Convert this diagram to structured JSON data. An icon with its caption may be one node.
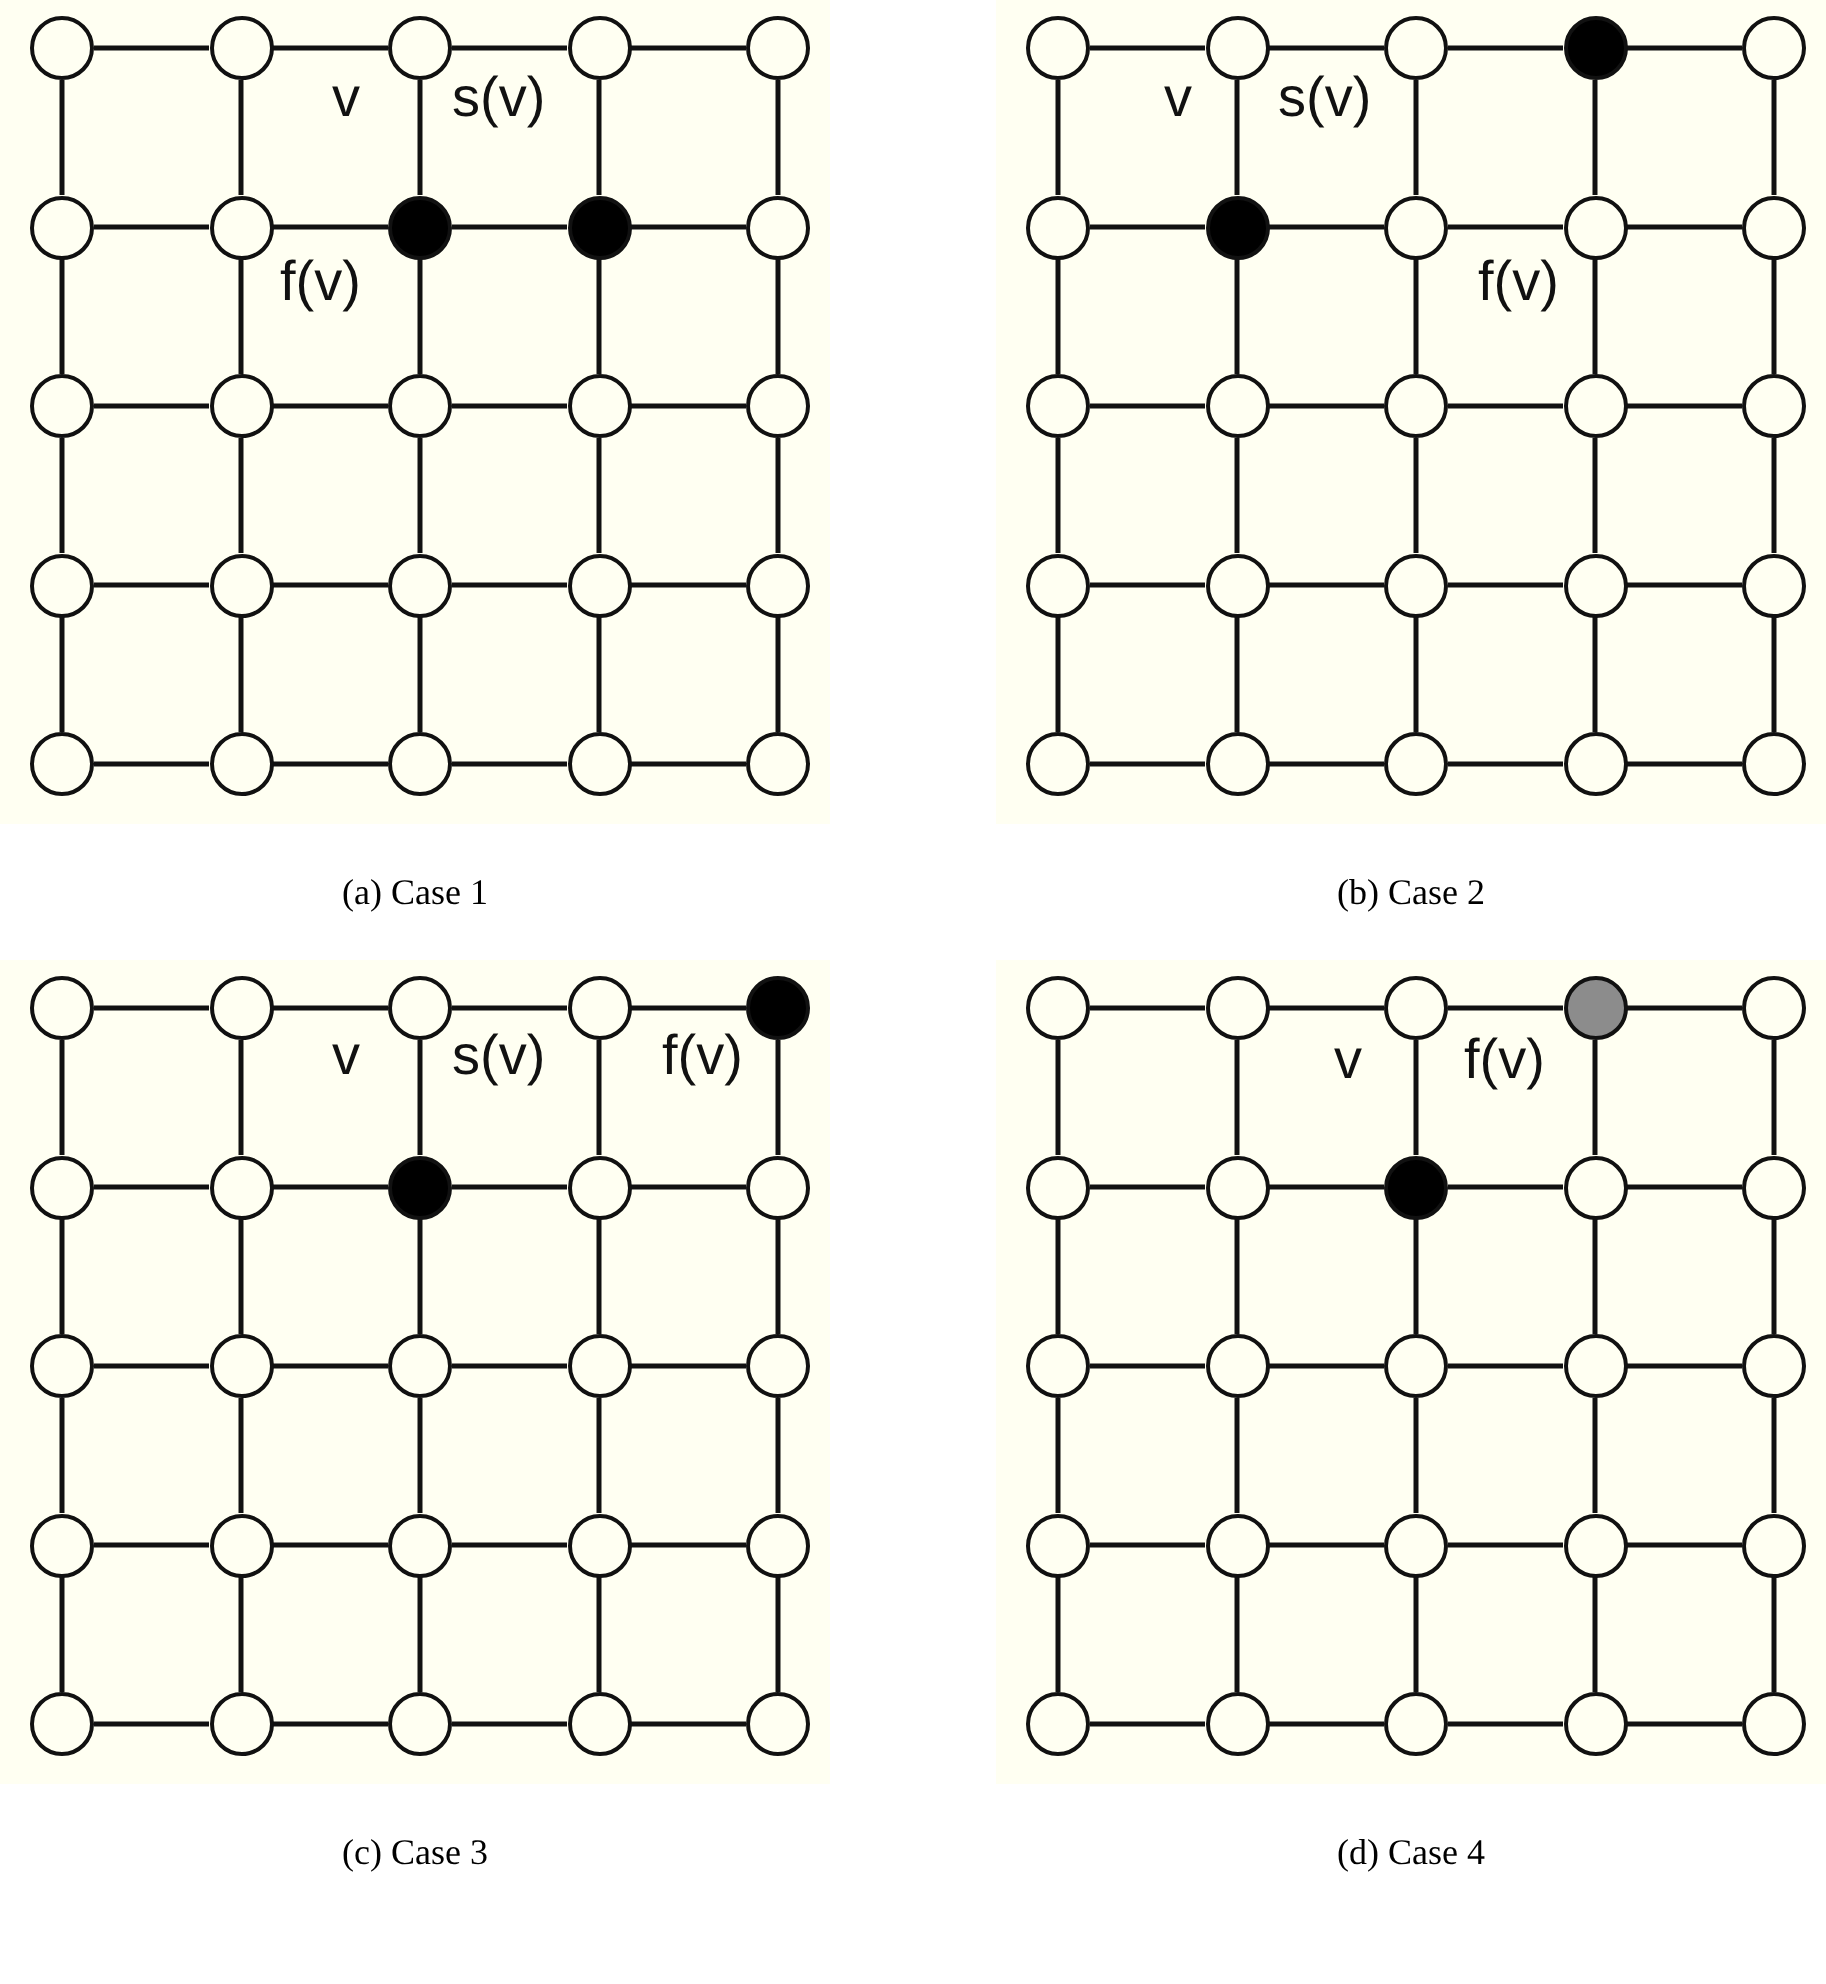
{
  "diagram": {
    "nodes": [
      {
        "text": [
          "(a) Case 1"
        ]
      },
      {
        "text": [],
        "shape": "circle",
        "in": 0
      },
      {
        "text": [],
        "shape": "circle",
        "in": 0
      },
      {
        "text": [],
        "shape": "circle",
        "in": 0
      },
      {
        "text": [],
        "shape": "circle",
        "in": 0
      },
      {
        "text": [],
        "shape": "circle",
        "in": 0
      },
      {
        "text": [],
        "shape": "circle",
        "in": 0
      },
      {
        "text": [],
        "shape": "circle",
        "in": 0
      },
      {
        "text": [],
        "shape": "circle",
        "in": 0
      },
      {
        "text": [],
        "shape": "circle",
        "in": 0
      },
      {
        "text": [],
        "shape": "circle",
        "in": 0
      },
      {
        "text": [],
        "shape": "circle",
        "in": 0
      },
      {
        "text": [],
        "shape": "circle",
        "in": 0
      },
      {
        "text": [],
        "shape": "circle",
        "in": 0
      },
      {
        "text": [],
        "shape": "circle",
        "in": 0
      },
      {
        "text": [],
        "shape": "circle",
        "in": 0
      },
      {
        "text": [],
        "shape": "circle",
        "in": 0
      },
      {
        "text": [],
        "shape": "circle",
        "in": 0
      },
      {
        "text": [],
        "shape": "circle",
        "in": 0
      },
      {
        "text": [],
        "shape": "circle",
        "in": 0
      },
      {
        "text": [],
        "shape": "circle",
        "in": 0
      },
      {
        "text": [],
        "shape": "circle",
        "in": 0
      },
      {
        "text": [],
        "shape": "circle",
        "in": 0
      },
      {
        "text": [],
        "shape": "circle",
        "in": 0
      },
      {
        "text": [],
        "shape": "circle",
        "in": 0
      },
      {
        "text": [],
        "shape": "circle",
        "in": 0
      },
      {
        "text": [
          "(b) Case 2"
        ]
      },
      {
        "text": [],
        "shape": "circle",
        "in": 26
      },
      {
        "text": [],
        "shape": "circle",
        "in": 26
      },
      {
        "text": [],
        "shape": "circle",
        "in": 26
      },
      {
        "text": [],
        "shape": "circle",
        "in": 26
      },
      {
        "text": [],
        "shape": "circle",
        "in": 26
      },
      {
        "text": [],
        "shape": "circle",
        "in": 26
      },
      {
        "text": [],
        "shape": "circle",
        "in": 26
      },
      {
        "text": [],
        "shape": "circle",
        "in": 26
      },
      {
        "text": [],
        "shape": "circle",
        "in": 26
      },
      {
        "text": [],
        "shape": "circle",
        "in": 26
      },
      {
        "text": [],
        "shape": "circle",
        "in": 26
      },
      {
        "text": [],
        "shape": "circle",
        "in": 26
      },
      {
        "text": [],
        "shape": "circle",
        "in": 26
      },
      {
        "text": [],
        "shape": "circle",
        "in": 26
      },
      {
        "text": [],
        "shape": "circle",
        "in": 26
      },
      {
        "text": [],
        "shape": "circle",
        "in": 26
      },
      {
        "text": [],
        "shape": "circle",
        "in": 26
      },
      {
        "text": [],
        "shape": "circle",
        "in": 26
      },
      {
        "text": [],
        "shape": "circle",
        "in": 26
      },
      {
        "text": [],
        "shape": "circle",
        "in": 26
      },
      {
        "text": [],
        "shape": "circle",
        "in": 26
      },
      {
        "text": [],
        "shape": "circle",
        "in": 26
      },
      {
        "text": [],
        "shape": "circle",
        "in": 26
      },
      {
        "text": [],
        "shape": "circle",
        "in": 26
      },
      {
        "text": [],
        "shape": "circle",
        "in": 26
      },
      {
        "text": [
          "(c) Case 3"
        ]
      },
      {
        "text": [],
        "shape": "circle",
        "in": 52
      },
      {
        "text": [],
        "shape": "circle",
        "in": 52
      },
      {
        "text": [],
        "shape": "circle",
        "in": 52
      },
      {
        "text": [],
        "shape": "circle",
        "in": 52
      },
      {
        "text": [],
        "shape": "circle",
        "in": 52
      },
      {
        "text": [],
        "shape": "circle",
        "in": 52
      },
      {
        "text": [],
        "shape": "circle",
        "in": 52
      },
      {
        "text": [],
        "shape": "circle",
        "in": 52
      },
      {
        "text": [],
        "shape": "circle",
        "in": 52
      },
      {
        "text": [],
        "shape": "circle",
        "in": 52
      },
      {
        "text": [],
        "shape": "circle",
        "in": 52
      },
      {
        "text": [],
        "shape": "circle",
        "in": 52
      },
      {
        "text": [],
        "shape": "circle",
        "in": 52
      },
      {
        "text": [],
        "shape": "circle",
        "in": 52
      },
      {
        "text": [],
        "shape": "circle",
        "in": 52
      },
      {
        "text": [],
        "shape": "circle",
        "in": 52
      },
      {
        "text": [],
        "shape": "circle",
        "in": 52
      },
      {
        "text": [],
        "shape": "circle",
        "in": 52
      },
      {
        "text": [],
        "shape": "circle",
        "in": 52
      },
      {
        "text": [],
        "shape": "circle",
        "in": 52
      },
      {
        "text": [],
        "shape": "circle",
        "in": 52
      },
      {
        "text": [],
        "shape": "circle",
        "in": 52
      },
      {
        "text": [],
        "shape": "circle",
        "in": 52
      },
      {
        "text": [],
        "shape": "circle",
        "in": 52
      },
      {
        "text": [],
        "shape": "circle",
        "in": 52
      },
      {
        "text": [
          "(d) Case 4"
        ]
      },
      {
        "text": [],
        "shape": "circle",
        "in": 78
      },
      {
        "text": [],
        "shape": "circle",
        "in": 78
      },
      {
        "text": [],
        "shape": "circle",
        "in": 78
      },
      {
        "text": [],
        "shape": "circle",
        "in": 78
      },
      {
        "text": [],
        "shape": "circle",
        "in": 78
      },
      {
        "text": [],
        "shape": "circle",
        "in": 78
      },
      {
        "text": [],
        "shape": "circle",
        "in": 78
      },
      {
        "text": [],
        "shape": "circle",
        "in": 78
      },
      {
        "text": [],
        "shape": "circle",
        "in": 78
      },
      {
        "text": [],
        "shape": "circle",
        "in": 78
      },
      {
        "text": [],
        "shape": "circle",
        "in": 78
      },
      {
        "text": [],
        "shape": "circle",
        "in": 78
      },
      {
        "text": [],
        "shape": "circle",
        "in": 78
      },
      {
        "text": [],
        "shape": "circle",
        "in": 78
      },
      {
        "text": [],
        "shape": "circle",
        "in": 78
      },
      {
        "text": [],
        "shape": "circle",
        "in": 78
      },
      {
        "text": [],
        "shape": "circle",
        "in": 78
      },
      {
        "text": [],
        "shape": "circle",
        "in": 78
      },
      {
        "text": [],
        "shape": "circle",
        "in": 78
      },
      {
        "text": [],
        "shape": "circle",
        "in": 78
      },
      {
        "text": [],
        "shape": "circle",
        "in": 78
      },
      {
        "text": [],
        "shape": "circle",
        "in": 78
      },
      {
        "text": [],
        "shape": "circle",
        "in": 78
      },
      {
        "text": [],
        "shape": "circle",
        "in": 78
      },
      {
        "text": [],
        "shape": "circle",
        "in": 78
      }
    ],
    "edges": [
      {
        "from": 1,
        "to": 2,
        "arrow": "none"
      },
      {
        "from": 2,
        "to": 3,
        "arrow": "none"
      },
      {
        "from": 3,
        "to": 4,
        "arrow": "none"
      },
      {
        "from": 4,
        "to": 5,
        "arrow": "none"
      },
      {
        "from": 1,
        "to": 6,
        "arrow": "none"
      },
      {
        "from": 2,
        "to": 7,
        "arrow": "none"
      },
      {
        "from": 3,
        "to": 8,
        "arrow": "none"
      },
      {
        "from": 4,
        "to": 9,
        "arrow": "none"
      },
      {
        "from": 5,
        "to": 10,
        "arrow": "none"
      },
      {
        "from": 6,
        "to": 7,
        "arrow": "none"
      },
      {
        "from": 7,
        "to": 8,
        "arrow": "none"
      },
      {
        "from": 8,
        "to": 9,
        "arrow": "none"
      },
      {
        "from": 9,
        "to": 10,
        "arrow": "none"
      },
      {
        "from": 6,
        "to": 11,
        "arrow": "none"
      },
      {
        "from": 7,
        "to": 12,
        "arrow": "none"
      },
      {
        "from": 8,
        "to": 13,
        "arrow": "none"
      },
      {
        "from": 9,
        "to": 14,
        "arrow": "none"
      },
      {
        "from": 10,
        "to": 15,
        "arrow": "none"
      },
      {
        "from": 11,
        "to": 12,
        "arrow": "none"
      },
      {
        "from": 12,
        "to": 13,
        "arrow": "none"
      },
      {
        "from": 13,
        "to": 14,
        "arrow": "none"
      },
      {
        "from": 14,
        "to": 15,
        "arrow": "none"
      },
      {
        "from": 11,
        "to": 16,
        "arrow": "none"
      },
      {
        "from": 12,
        "to": 17,
        "arrow": "none"
      },
      {
        "from": 13,
        "to": 18,
        "arrow": "none"
      },
      {
        "from": 14,
        "to": 19,
        "arrow": "none"
      },
      {
        "from": 15,
        "to": 20,
        "arrow": "none"
      },
      {
        "from": 16,
        "to": 17,
        "arrow": "none"
      },
      {
        "from": 17,
        "to": 18,
        "arrow": "none"
      },
      {
        "from": 18,
        "to": 19,
        "arrow": "none"
      },
      {
        "from": 19,
        "to": 20,
        "arrow": "none"
      },
      {
        "from": 16,
        "to": 21,
        "arrow": "none"
      },
      {
        "from": 17,
        "to": 22,
        "arrow": "none"
      },
      {
        "from": 18,
        "to": 23,
        "arrow": "none"
      },
      {
        "from": 19,
        "to": 24,
        "arrow": "none"
      },
      {
        "from": 20,
        "to": 25,
        "arrow": "none"
      },
      {
        "from": 21,
        "to": 22,
        "arrow": "none"
      },
      {
        "from": 22,
        "to": 23,
        "arrow": "none"
      },
      {
        "from": 23,
        "to": 24,
        "arrow": "none"
      },
      {
        "from": 24,
        "to": 25,
        "arrow": "none"
      },
      {
        "from": 27,
        "to": 28,
        "arrow": "none"
      },
      {
        "from": 28,
        "to": 29,
        "arrow": "none"
      },
      {
        "from": 29,
        "to": 30,
        "arrow": "none"
      },
      {
        "from": 30,
        "to": 31,
        "arrow": "none"
      },
      {
        "from": 27,
        "to": 32,
        "arrow": "none"
      },
      {
        "from": 28,
        "to": 33,
        "arrow": "none"
      },
      {
        "from": 29,
        "to": 34,
        "arrow": "none"
      },
      {
        "from": 30,
        "to": 35,
        "arrow": "none"
      },
      {
        "from": 31,
        "to": 36,
        "arrow": "none"
      },
      {
        "from": 32,
        "to": 33,
        "arrow": "none"
      },
      {
        "from": 33,
        "to": 34,
        "arrow": "none"
      },
      {
        "from": 34,
        "to": 35,
        "arrow": "none"
      },
      {
        "from": 35,
        "to": 36,
        "arrow": "none"
      },
      {
        "from": 32,
        "to": 37,
        "arrow": "none"
      },
      {
        "from": 33,
        "to": 38,
        "arrow": "none"
      },
      {
        "from": 34,
        "to": 39,
        "arrow": "none"
      },
      {
        "from": 35,
        "to": 40,
        "arrow": "none"
      },
      {
        "from": 36,
        "to": 41,
        "arrow": "none"
      },
      {
        "from": 37,
        "to": 38,
        "arrow": "none"
      },
      {
        "from": 38,
        "to": 39,
        "arrow": "none"
      },
      {
        "from": 39,
        "to": 40,
        "arrow": "none"
      },
      {
        "from": 40,
        "to": 41,
        "arrow": "none"
      },
      {
        "from": 37,
        "to": 42,
        "arrow": "none"
      },
      {
        "from": 38,
        "to": 43,
        "arrow": "none"
      },
      {
        "from": 39,
        "to": 44,
        "arrow": "none"
      },
      {
        "from": 40,
        "to": 45,
        "arrow": "none"
      },
      {
        "from": 41,
        "to": 46,
        "arrow": "none"
      },
      {
        "from": 42,
        "to": 43,
        "arrow": "none"
      },
      {
        "from": 43,
        "to": 44,
        "arrow": "none"
      },
      {
        "from": 44,
        "to": 45,
        "arrow": "none"
      },
      {
        "from": 45,
        "to": 46,
        "arrow": "none"
      },
      {
        "from": 42,
        "to": 47,
        "arrow": "none"
      },
      {
        "from": 43,
        "to": 48,
        "arrow": "none"
      },
      {
        "from": 44,
        "to": 49,
        "arrow": "none"
      },
      {
        "from": 45,
        "to": 50,
        "arrow": "none"
      },
      {
        "from": 46,
        "to": 51,
        "arrow": "none"
      },
      {
        "from": 47,
        "to": 48,
        "arrow": "none"
      },
      {
        "from": 48,
        "to": 49,
        "arrow": "none"
      },
      {
        "from": 49,
        "to": 50,
        "arrow": "none"
      },
      {
        "from": 50,
        "to": 51,
        "arrow": "none"
      },
      {
        "from": 53,
        "to": 54,
        "arrow": "none"
      },
      {
        "from": 54,
        "to": 55,
        "arrow": "none"
      },
      {
        "from": 55,
        "to": 56,
        "arrow": "none"
      },
      {
        "from": 56,
        "to": 57,
        "arrow": "none"
      },
      {
        "from": 53,
        "to": 58,
        "arrow": "none"
      },
      {
        "from": 54,
        "to": 59,
        "arrow": "none"
      },
      {
        "from": 55,
        "to": 60,
        "arrow": "none"
      },
      {
        "from": 56,
        "to": 61,
        "arrow": "none"
      },
      {
        "from": 57,
        "to": 62,
        "arrow": "none"
      },
      {
        "from": 58,
        "to": 59,
        "arrow": "none"
      },
      {
        "from": 59,
        "to": 60,
        "arrow": "none"
      },
      {
        "from": 60,
        "to": 61,
        "arrow": "none"
      },
      {
        "from": 61,
        "to": 62,
        "arrow": "none"
      },
      {
        "from": 58,
        "to": 63,
        "arrow": "none"
      },
      {
        "from": 59,
        "to": 64,
        "arrow": "none"
      },
      {
        "from": 60,
        "to": 65,
        "arrow": "none"
      },
      {
        "from": 61,
        "to": 66,
        "arrow": "none"
      },
      {
        "from": 62,
        "to": 67,
        "arrow": "none"
      },
      {
        "from": 63,
        "to": 64,
        "arrow": "none"
      },
      {
        "from": 64,
        "to": 65,
        "arrow": "none"
      },
      {
        "from": 65,
        "to": 66,
        "arrow": "none"
      },
      {
        "from": 66,
        "to": 67,
        "arrow": "none"
      },
      {
        "from": 63,
        "to": 68,
        "arrow": "none"
      },
      {
        "from": 64,
        "to": 69,
        "arrow": "none"
      },
      {
        "from": 65,
        "to": 70,
        "arrow": "none"
      },
      {
        "from": 66,
        "to": 71,
        "arrow": "none"
      },
      {
        "from": 67,
        "to": 72,
        "arrow": "none"
      },
      {
        "from": 68,
        "to": 69,
        "arrow": "none"
      },
      {
        "from": 69,
        "to": 70,
        "arrow": "none"
      },
      {
        "from": 70,
        "to": 71,
        "arrow": "none"
      },
      {
        "from": 71,
        "to": 72,
        "arrow": "none"
      },
      {
        "from": 68,
        "to": 73,
        "arrow": "none"
      },
      {
        "from": 69,
        "to": 74,
        "arrow": "none"
      },
      {
        "from": 70,
        "to": 75,
        "arrow": "none"
      },
      {
        "from": 71,
        "to": 76,
        "arrow": "none"
      },
      {
        "from": 72,
        "to": 77,
        "arrow": "none"
      },
      {
        "from": 73,
        "to": 74,
        "arrow": "none"
      },
      {
        "from": 74,
        "to": 75,
        "arrow": "none"
      },
      {
        "from": 75,
        "to": 76,
        "arrow": "none"
      },
      {
        "from": 76,
        "to": 77,
        "arrow": "none"
      },
      {
        "from": 79,
        "to": 80,
        "arrow": "none"
      },
      {
        "from": 80,
        "to": 81,
        "arrow": "none"
      },
      {
        "from": 81,
        "to": 82,
        "arrow": "none"
      },
      {
        "from": 82,
        "to": 83,
        "arrow": "none"
      },
      {
        "from": 79,
        "to": 84,
        "arrow": "none"
      },
      {
        "from": 80,
        "to": 85,
        "arrow": "none"
      },
      {
        "from": 81,
        "to": 86,
        "arrow": "none"
      },
      {
        "from": 82,
        "to": 87,
        "arrow": "none"
      },
      {
        "from": 83,
        "to": 88,
        "arrow": "none"
      },
      {
        "from": 84,
        "to": 85,
        "arrow": "none"
      },
      {
        "from": 85,
        "to": 86,
        "arrow": "none"
      },
      {
        "from": 86,
        "to": 87,
        "arrow": "none"
      },
      {
        "from": 87,
        "to": 88,
        "arrow": "none"
      },
      {
        "from": 84,
        "to": 89,
        "arrow": "none"
      },
      {
        "from": 85,
        "to": 90,
        "arrow": "none"
      },
      {
        "from": 86,
        "to": 91,
        "arrow": "none"
      },
      {
        "from": 87,
        "to": 92,
        "arrow": "none"
      },
      {
        "from": 88,
        "to": 93,
        "arrow": "none"
      },
      {
        "from": 89,
        "to": 90,
        "arrow": "none"
      },
      {
        "from": 90,
        "to": 91,
        "arrow": "none"
      },
      {
        "from": 91,
        "to": 92,
        "arrow": "none"
      },
      {
        "from": 92,
        "to": 93,
        "arrow": "none"
      },
      {
        "from": 89,
        "to": 94,
        "arrow": "none"
      },
      {
        "from": 90,
        "to": 95,
        "arrow": "none"
      },
      {
        "from": 91,
        "to": 96,
        "arrow": "none"
      },
      {
        "from": 92,
        "to": 97,
        "arrow": "none"
      },
      {
        "from": 93,
        "to": 98,
        "arrow": "none"
      },
      {
        "from": 94,
        "to": 95,
        "arrow": "none"
      },
      {
        "from": 95,
        "to": 96,
        "arrow": "none"
      },
      {
        "from": 96,
        "to": 97,
        "arrow": "none"
      },
      {
        "from": 97,
        "to": 98,
        "arrow": "none"
      },
      {
        "from": 94,
        "to": 99,
        "arrow": "none"
      },
      {
        "from": 95,
        "to": 100,
        "arrow": "none"
      },
      {
        "from": 96,
        "to": 101,
        "arrow": "none"
      },
      {
        "from": 97,
        "to": 102,
        "arrow": "none"
      },
      {
        "from": 98,
        "to": 103,
        "arrow": "none"
      },
      {
        "from": 99,
        "to": 100,
        "arrow": "none"
      },
      {
        "from": 100,
        "to": 101,
        "arrow": "none"
      },
      {
        "from": 101,
        "to": 102,
        "arrow": "none"
      },
      {
        "from": 102,
        "to": 103,
        "arrow": "none"
      }
    ],
    "labels": [
      "v",
      "s(v)",
      "f(v)",
      "v",
      "s(v)",
      "f(v)",
      "v",
      "s(v)",
      "f(v)",
      "v",
      "f(v)"
    ]
  }
}
